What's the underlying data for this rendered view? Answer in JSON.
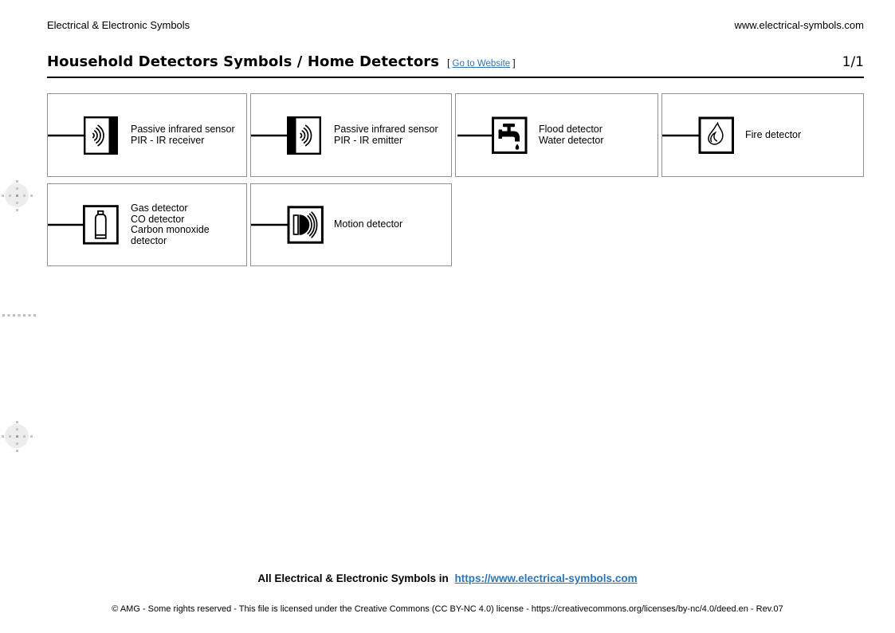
{
  "header": {
    "left": "Electrical & Electronic Symbols",
    "right": "www.electrical-symbols.com"
  },
  "title": {
    "text": "Household Detectors Symbols / Home Detectors",
    "link_bracket_open": "[",
    "link_label": "Go to Website",
    "link_bracket_close": "]",
    "page_number": "1/1"
  },
  "cards": [
    {
      "name": "pir-ir-receiver",
      "icon": "pir-receiver-symbol",
      "lines": [
        "Passive infrared sensor",
        "PIR - IR receiver"
      ]
    },
    {
      "name": "pir-ir-emitter",
      "icon": "pir-emitter-symbol",
      "lines": [
        "Passive infrared sensor",
        "PIR - IR emitter"
      ]
    },
    {
      "name": "flood-detector",
      "icon": "faucet-symbol",
      "lines": [
        "Flood detector",
        "Water detector"
      ]
    },
    {
      "name": "fire-detector",
      "icon": "flame-symbol",
      "lines": [
        "Fire detector"
      ]
    },
    {
      "name": "gas-detector",
      "icon": "gas-cylinder-symbol",
      "lines": [
        "Gas detector",
        "CO detector",
        "Carbon monoxide",
        "detector"
      ]
    },
    {
      "name": "motion-detector",
      "icon": "motion-waves-symbol",
      "lines": [
        "Motion detector"
      ]
    }
  ],
  "footer": {
    "line1_prefix": "All Electrical & Electronic Symbols in",
    "line1_link": "https://www.electrical-symbols.com",
    "license": "© AMG - Some rights reserved - This file is licensed under the Creative Commons (CC BY-NC 4.0) license - https://creativecommons.org/licenses/by-nc/4.0/deed.en - Rev.07"
  },
  "colors": {
    "link_blue": "#2E74B5",
    "card_border": "#909090",
    "symbol_ink": "#000000",
    "artifact_gray": "#c6c6c6"
  }
}
